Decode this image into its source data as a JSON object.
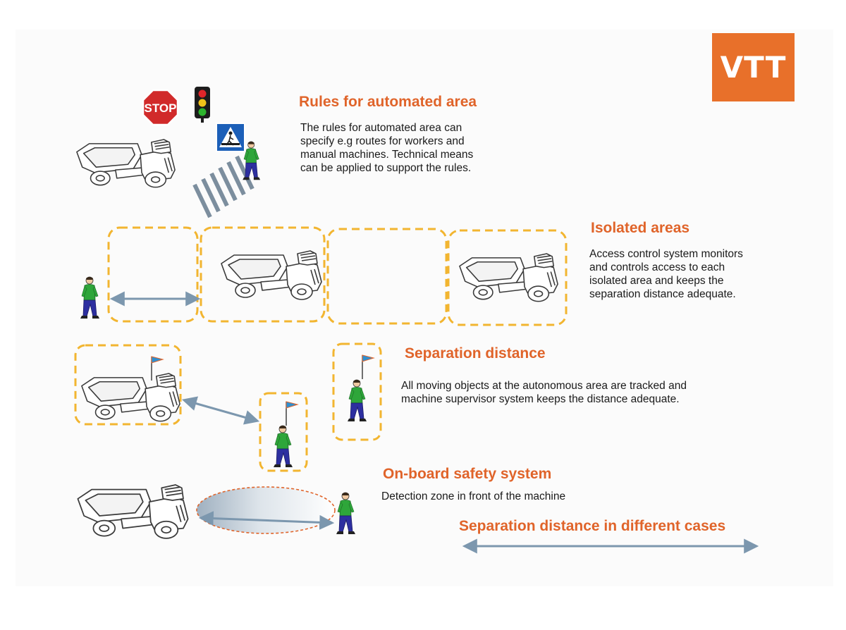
{
  "logo": {
    "text": "VTT",
    "color": "#e8702a"
  },
  "colors": {
    "heading": "#e0642a",
    "zone_dashed": "#f2b530",
    "arrow": "#7c97ae",
    "person_shirt": "#2ea63a",
    "person_pants": "#2d2fa0",
    "detection_zone_border": "#e0642a"
  },
  "sections": {
    "rules": {
      "title": "Rules for automated area",
      "text": "The rules for automated area can\nspecify e.g routes for workers and\nmanual machines. Technical means\ncan be applied to support the rules.",
      "icons": [
        "stop-sign-icon",
        "traffic-light-icon",
        "pedestrian-crossing-sign-icon"
      ],
      "stop_sign_text": "STOP"
    },
    "isolated": {
      "title": "Isolated areas",
      "text": "Access control system monitors\nand controls access to each\nisolated area and keeps the\nseparation distance adequate."
    },
    "separation": {
      "title": "Separation distance",
      "text": "All moving objects at the autonomous area are tracked and\nmachine supervisor system keeps the distance adequate."
    },
    "onboard": {
      "title": "On-board safety system",
      "text": "Detection zone in front of the machine"
    },
    "scale": {
      "title": "Separation distance in different cases"
    }
  }
}
